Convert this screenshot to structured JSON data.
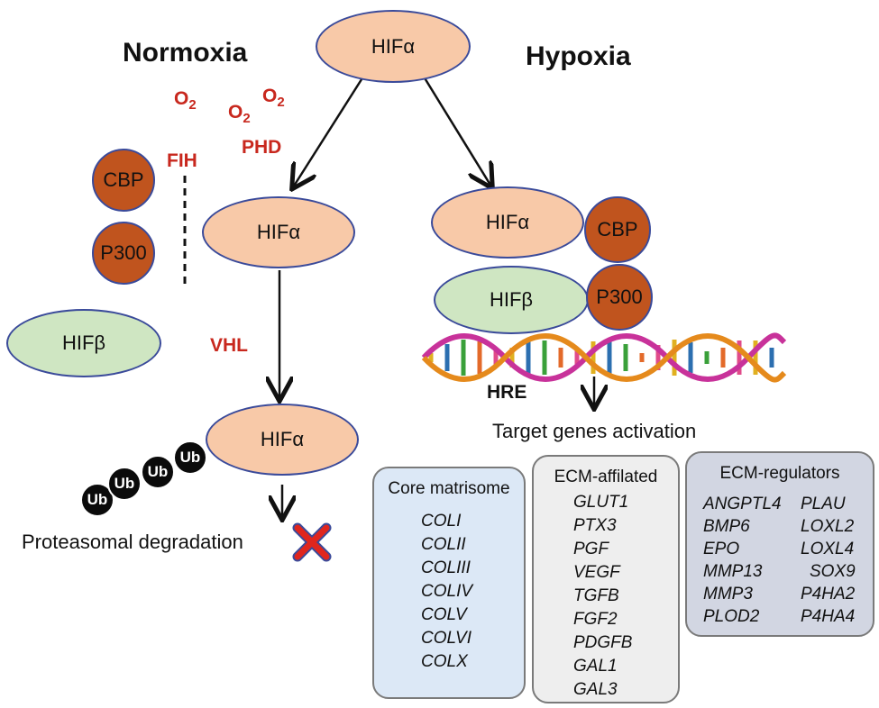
{
  "titles": {
    "left": "Normoxia",
    "right": "Hypoxia"
  },
  "top_hif": "HIFα",
  "normoxia": {
    "o2": [
      "O2",
      "O2",
      "O2"
    ],
    "fih": "FIH",
    "phd": "PHD",
    "cbp": "CBP",
    "p300": "P300",
    "hifb": "HIFβ",
    "hifa_mid": "HIFα",
    "vhl": "VHL",
    "hifa_low": "HIFα",
    "ub": [
      "Ub",
      "Ub",
      "Ub",
      "Ub"
    ],
    "degradation": "Proteasomal degradation"
  },
  "hypoxia": {
    "hifa": "HIFα",
    "hifb": "HIFβ",
    "cbp": "CBP",
    "p300": "P300",
    "hre": "HRE",
    "target": "Target genes activation"
  },
  "boxes": {
    "core": {
      "title": "Core matrisome",
      "genes": [
        "COLI",
        "COLII",
        "COLIII",
        "COLIV",
        "COLV",
        "COLVI",
        "COLX"
      ]
    },
    "affil": {
      "title": "ECM-affilated",
      "genes": [
        "GLUT1",
        "PTX3",
        "PGF",
        "VEGF",
        "TGFB",
        "FGF2",
        "PDGFB",
        "GAL1",
        "GAL3"
      ]
    },
    "reg": {
      "title": "ECM-regulators",
      "genes_left": [
        "ANGPTL4",
        "BMP6",
        "EPO",
        "MMP13",
        "MMP3",
        "PLOD2"
      ],
      "genes_right": [
        "PLAU",
        "LOXL2",
        "LOXL4",
        "SOX9",
        "P4HA2",
        "P4HA4"
      ]
    }
  },
  "colors": {
    "peach": "#f8c9a8",
    "green": "#cfe6c2",
    "brown": "#c0541e",
    "red": "#c8281e",
    "core_bg": "#dce8f6",
    "affil_bg": "#eeeeee",
    "reg_bg": "#d2d6e2"
  }
}
